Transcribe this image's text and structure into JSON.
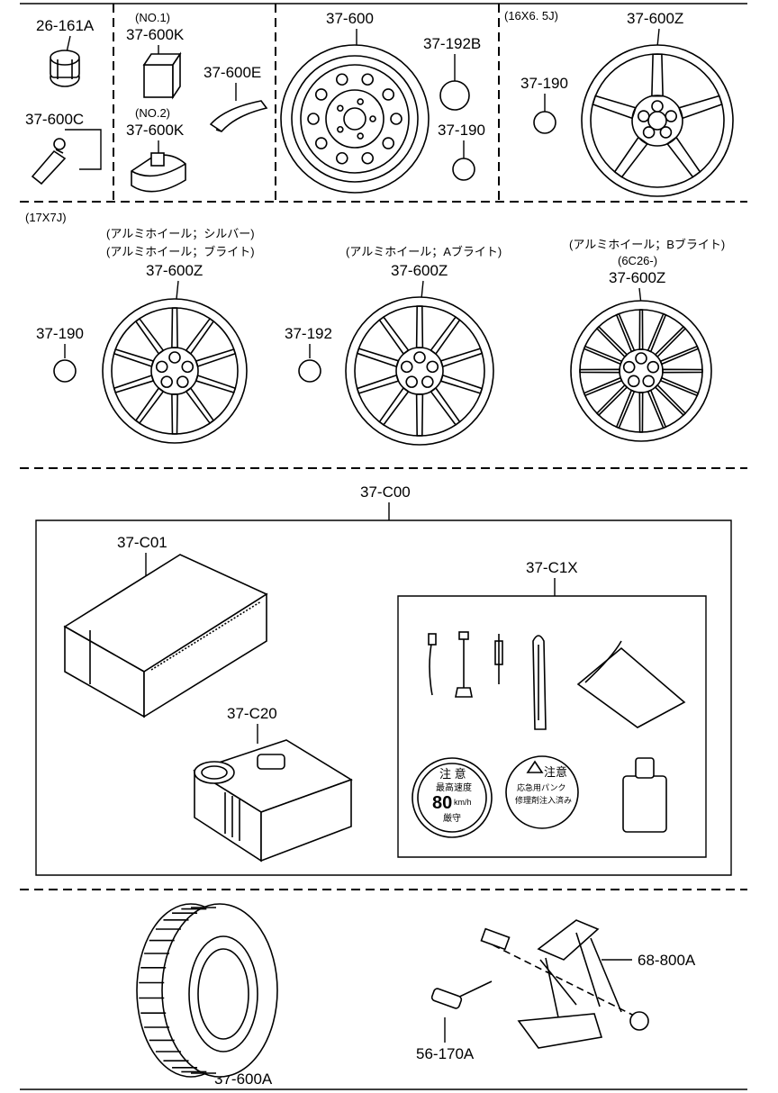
{
  "section_top": {
    "p_26_161A": "26-161A",
    "p_37_600C": "37-600C",
    "no1": "(NO.1)",
    "p_37_600K_1": "37-600K",
    "no2": "(NO.2)",
    "p_37_600K_2": "37-600K",
    "p_37_600E": "37-600E",
    "p_37_600": "37-600",
    "p_37_192B": "37-192B",
    "p_37_190_a": "37-190",
    "size_16": "(16X6. 5J)",
    "p_37_190_b": "37-190",
    "p_37_600Z_a": "37-600Z"
  },
  "section_17": {
    "size_17": "(17X7J)",
    "silver": "(アルミホイール；シルバー)",
    "bright": "(アルミホイール；ブライト)",
    "p_37_600Z_b": "37-600Z",
    "p_37_190_c": "37-190",
    "a_bright": "(アルミホイール；Aブライト)",
    "p_37_600Z_c": "37-600Z",
    "p_37_192": "37-192",
    "b_bright": "(アルミホイール；Bブライト)",
    "code_6c26": "(6C26-)",
    "p_37_600Z_d": "37-600Z"
  },
  "section_kit": {
    "p_37_C00": "37-C00",
    "p_37_C01": "37-C01",
    "p_37_C1X": "37-C1X",
    "p_37_C20": "37-C20",
    "sticker1_title": "注 意",
    "sticker1_line1": "最高速度",
    "sticker1_speed": "80",
    "sticker1_unit": "km/h",
    "sticker1_line2": "厳守",
    "sticker2_title": "注意",
    "sticker2_line1": "応急用パンク",
    "sticker2_line2": "修理剤注入済み"
  },
  "section_bottom": {
    "p_37_600A": "37-600A",
    "p_68_800A": "68-800A",
    "p_56_170A": "56-170A"
  }
}
